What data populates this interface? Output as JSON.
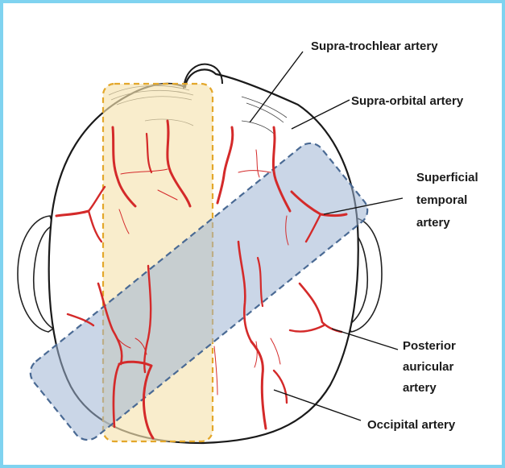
{
  "colors": {
    "border": "#7fd3f0",
    "artery": "#d42a2a",
    "yellow_zone_fill": "#f6e3b0",
    "yellow_zone_stroke": "#e3a72b",
    "blue_zone_fill": "#b8c7dd",
    "blue_zone_stroke": "#4a6a94",
    "outline": "#222222"
  },
  "labels": {
    "supra_trochlear": "Supra-trochlear artery",
    "supra_orbital": "Supra-orbital artery",
    "superficial_temporal_1": "Superficial",
    "superficial_temporal_2": "temporal",
    "superficial_temporal_3": "artery",
    "posterior_auricular_1": "Posterior",
    "posterior_auricular_2": "auricular",
    "posterior_auricular_3": "artery",
    "occipital": "Occipital artery"
  }
}
